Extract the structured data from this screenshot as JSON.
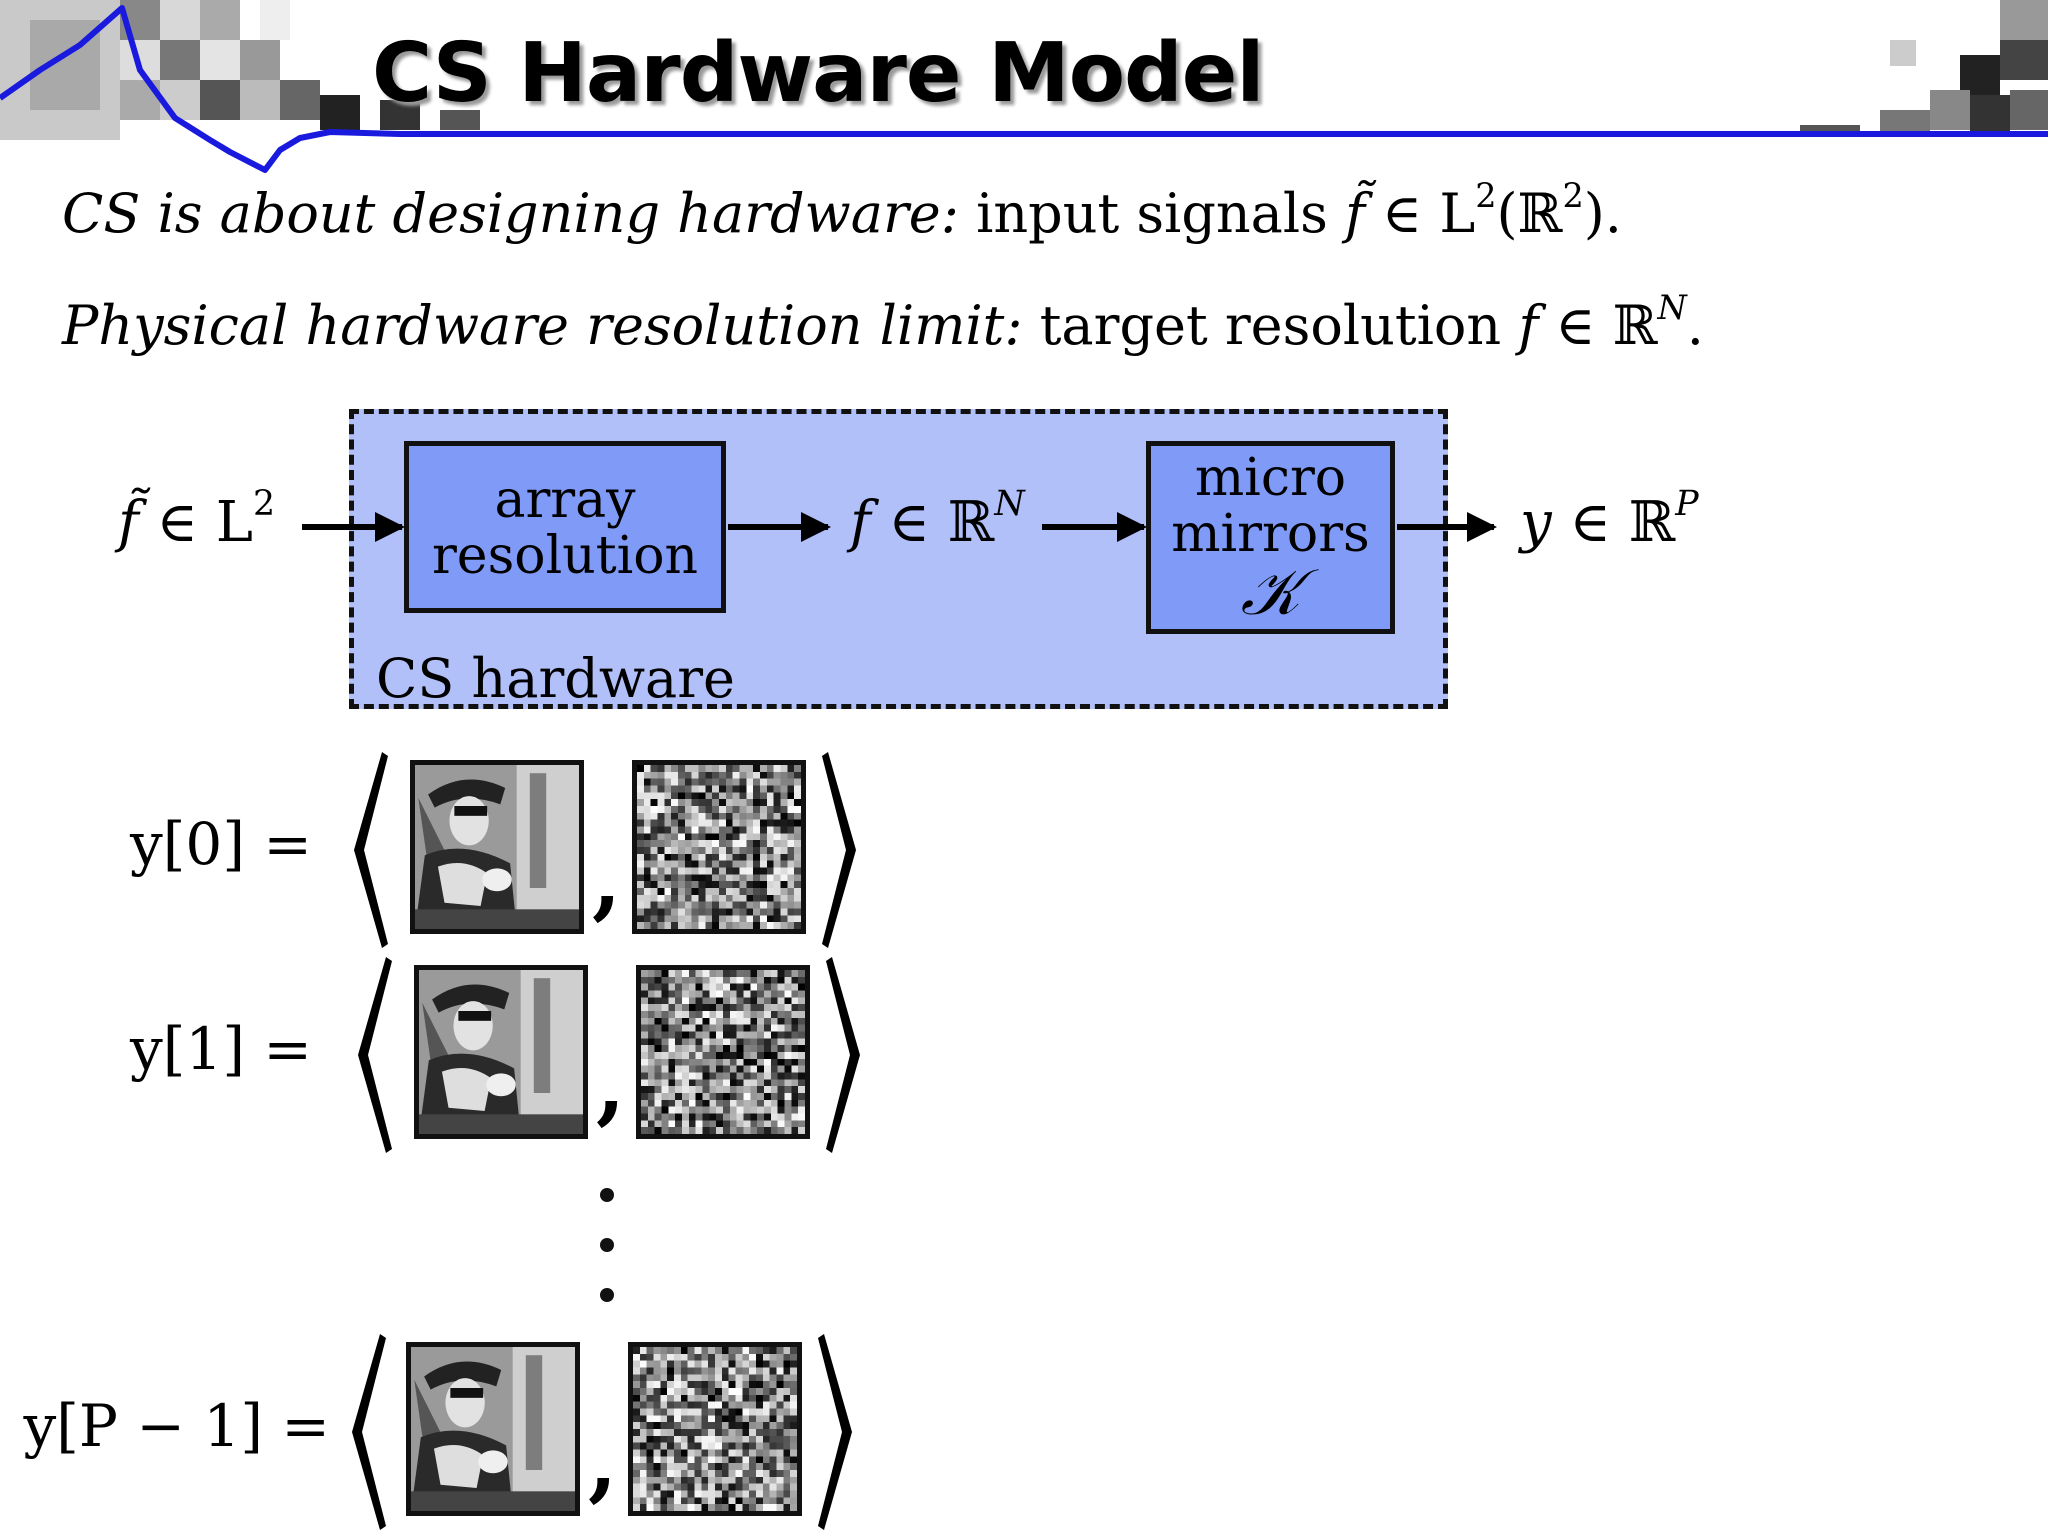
{
  "slide": {
    "title": "CS Hardware Model"
  },
  "statements": [
    {
      "lead": "CS is about designing hardware:",
      "text": "input signals ",
      "math_var": "f̃",
      "math_rest": " ∈ L",
      "sup1": "2",
      "math_rest2": "(ℝ",
      "sup2": "2",
      "math_end": ")."
    },
    {
      "lead": "Physical hardware resolution limit:",
      "text": "target resolution ",
      "math_var": "f",
      "math_rest": " ∈ ℝ",
      "sup1": "N",
      "math_end": "."
    }
  ],
  "diagram": {
    "input": {
      "var": "f̃",
      "rest": " ∈ L",
      "sup": "2"
    },
    "block_array": {
      "line1": "array",
      "line2": "resolution"
    },
    "middle": {
      "var": "f",
      "rest": " ∈ ℝ",
      "sup": "N"
    },
    "block_mirrors": {
      "line1": "micro",
      "line2": "mirrors",
      "symbol": "𝒦"
    },
    "output": {
      "var": "y",
      "rest": " ∈ ℝ",
      "sup": "P"
    },
    "container_label": "CS hardware",
    "colors": {
      "container": "#b1c0f9",
      "block": "#7f9bf7",
      "header_line": "#1a1adf"
    }
  },
  "measurements": [
    {
      "label": "y[0] =",
      "image": "pirate-photo",
      "pattern": "random-noise-pattern"
    },
    {
      "label": "y[1] =",
      "image": "pirate-photo",
      "pattern": "random-noise-pattern"
    },
    {
      "label": "y[P − 1] =",
      "image": "pirate-photo",
      "pattern": "random-noise-pattern"
    }
  ]
}
